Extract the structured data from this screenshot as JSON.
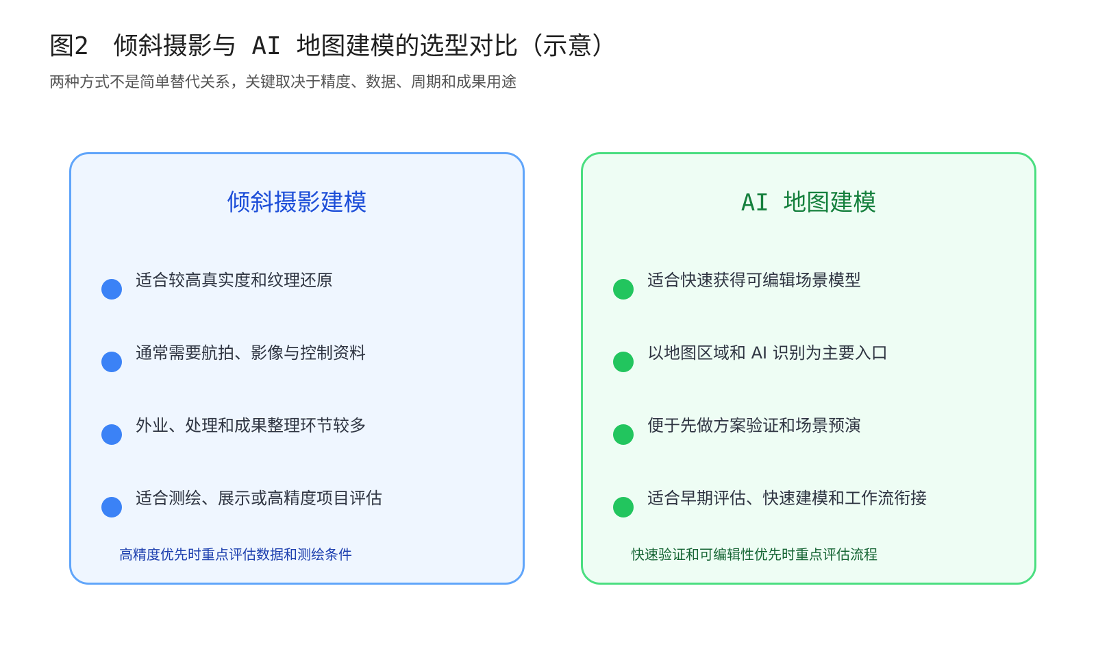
{
  "header": {
    "title": "图2　倾斜摄影与 AI 地图建模的选型对比（示意）",
    "subtitle": "两种方式不是简单替代关系，关键取决于精度、数据、周期和成果用途"
  },
  "panels": [
    {
      "title": "倾斜摄影建模",
      "items": [
        "适合较高真实度和纹理还原",
        "通常需要航拍、影像与控制资料",
        "外业、处理和成果整理环节较多",
        "适合测绘、展示或高精度项目评估"
      ],
      "note": "高精度优先时重点评估数据和测绘条件"
    },
    {
      "title": "AI 地图建模",
      "items": [
        "适合快速获得可编辑场景模型",
        "以地图区域和 AI 识别为主要入口",
        "便于先做方案验证和场景预演",
        "适合早期评估、快速建模和工作流衔接"
      ],
      "note": "快速验证和可编辑性优先时重点评估流程"
    }
  ],
  "colors": {
    "left_accent": "#3b82f6",
    "left_title": "#1d4ed8",
    "left_border": "#60a5fa",
    "left_background": "#eff6ff",
    "right_accent": "#22c55e",
    "right_title": "#15803d",
    "right_border": "#4ade80",
    "right_background": "#eefdf4"
  }
}
